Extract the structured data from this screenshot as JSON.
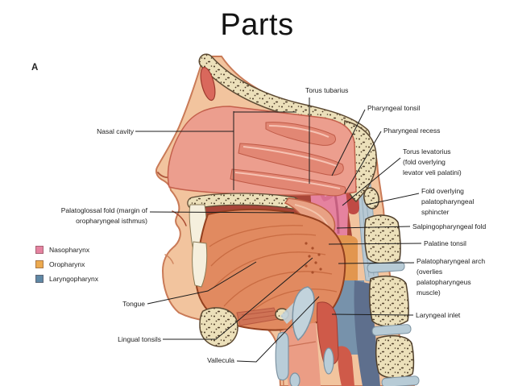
{
  "slide": {
    "title": "Parts",
    "figure_label": "A"
  },
  "legend": {
    "items": [
      {
        "label": "Nasopharynx",
        "color": "#e583a1"
      },
      {
        "label": "Oropharynx",
        "color": "#ecaa4f"
      },
      {
        "label": "Laryngopharynx",
        "color": "#5f88a5"
      }
    ]
  },
  "labels": {
    "torus_tubarius": "Torus tubarius",
    "pharyngeal_tonsil": "Pharyngeal tonsil",
    "pharyngeal_recess": "Pharyngeal recess",
    "torus_levatorius": "Torus levatorius\n(fold overlying\nlevator veli palatini)",
    "fold_overlying_sphincter": "Fold overlying\npalatopharyngeal\nsphincter",
    "salpingopharyngeal_fold": "Salpingopharyngeal fold",
    "palatine_tonsil": "Palatine tonsil",
    "palatopharyngeal_arch": "Palatopharyngeal arch\n(overlies\npalatopharyngeus\nmuscle)",
    "laryngeal_inlet": "Laryngeal inlet",
    "nasal_cavity": "Nasal cavity",
    "palatoglossal_fold": "Palatoglossal fold (margin of\noropharyngeal isthmus)",
    "tongue": "Tongue",
    "lingual_tonsils": "Lingual tonsils",
    "vallecula": "Vallecula"
  },
  "illustration_colors": {
    "skin": "#f2c49e",
    "bone": "#ece0ba",
    "nasal_mucosa": "#ec9e8e",
    "tongue_muscle": "#e18a60",
    "cartilage": "#c2d3dc",
    "muscle_red": "#cf5a49"
  }
}
